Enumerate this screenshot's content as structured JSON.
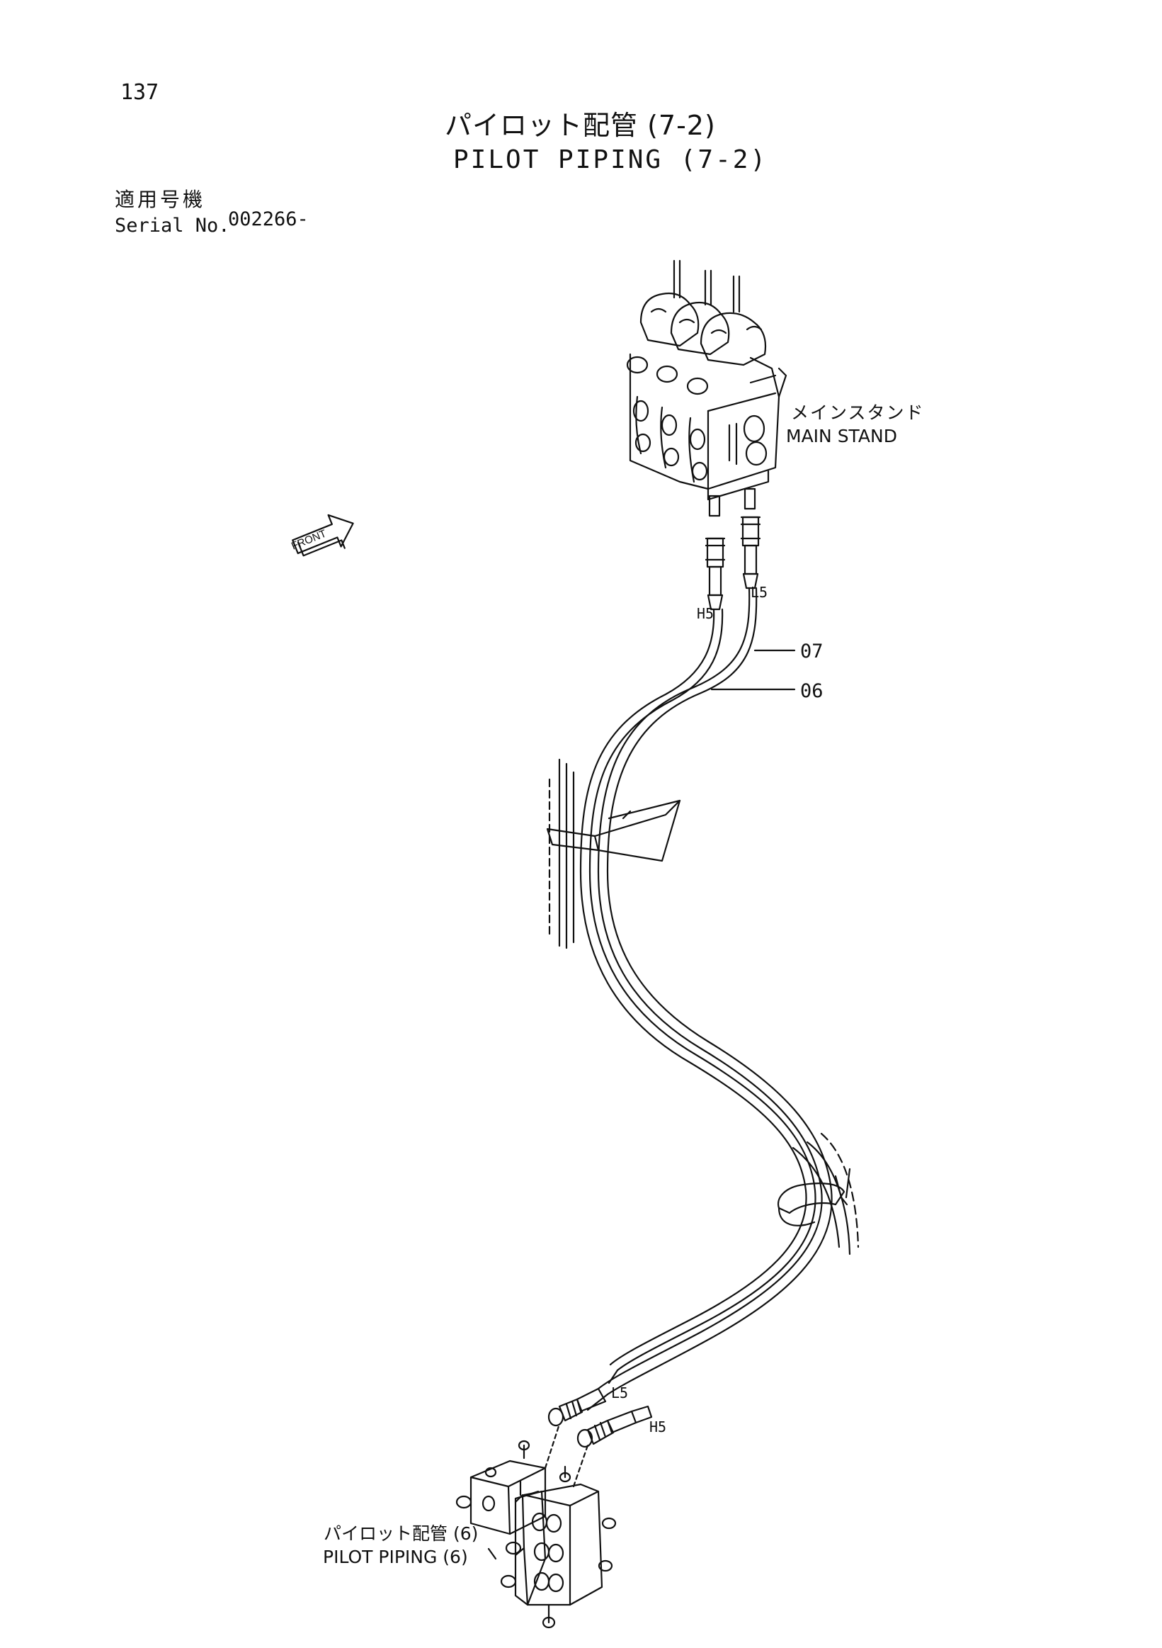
{
  "page_number": "137",
  "title": {
    "japanese": "パイロット配管 (7-2)",
    "english": "PILOT PIPING (7-2)"
  },
  "serial": {
    "label_japanese": "適用号機",
    "label_english": "Serial No.",
    "value": "002266-"
  },
  "callouts": {
    "main_stand_jp": "メインスタンド",
    "main_stand_en": "MAIN STAND",
    "pilot_piping_jp": "パイロット配管 (6)",
    "pilot_piping_en": "PILOT PIPING (6)",
    "front": "FRONT"
  },
  "part_refs": {
    "hose_07": "07",
    "hose_06": "06"
  },
  "hose_marks": {
    "h5_top": "H5",
    "l5_top": "L5",
    "l5_bottom": "L5",
    "h5_bottom": "H5"
  },
  "colors": {
    "ink": "#111111",
    "paper": "#ffffff"
  }
}
